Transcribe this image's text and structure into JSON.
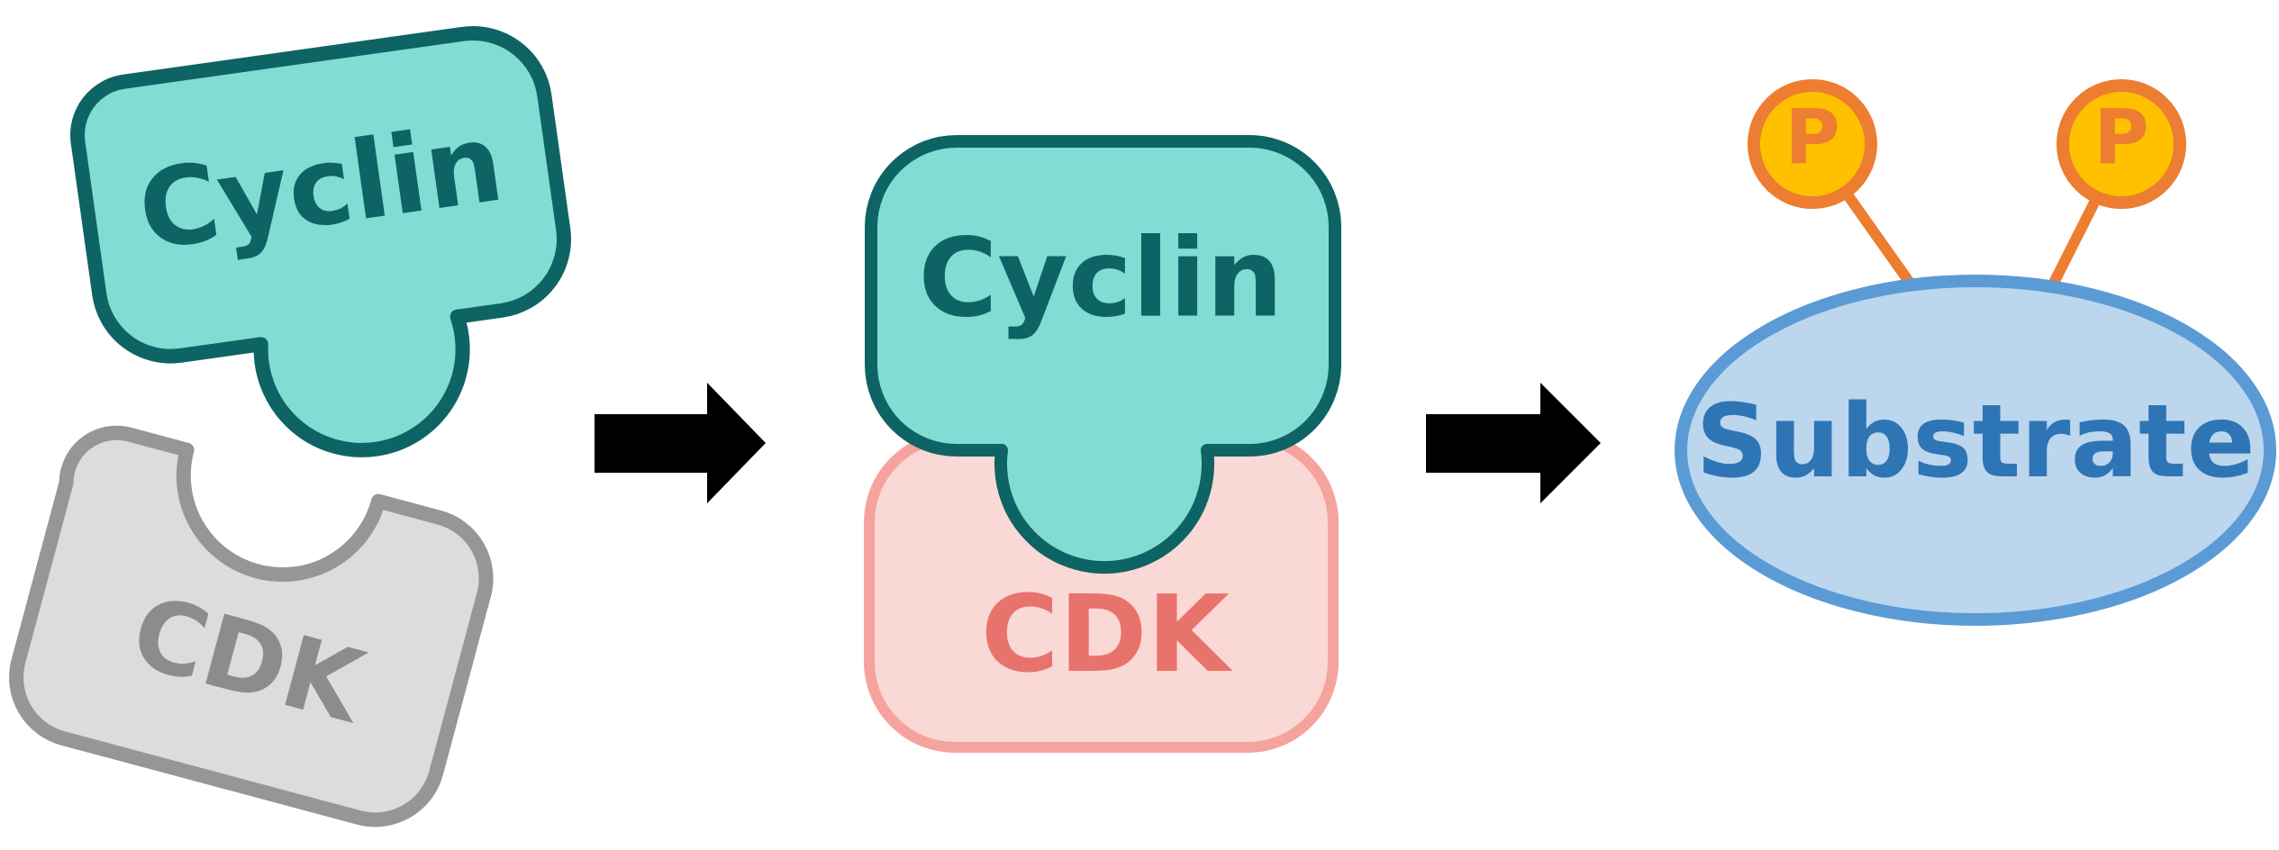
{
  "stage1": {
    "cyclin_label": "Cyclin",
    "cdk_label": "CDK"
  },
  "stage2": {
    "cyclin_label": "Cyclin",
    "cdk_label": "CDK"
  },
  "stage3": {
    "substrate_label": "Substrate",
    "phosphate_left_label": "P",
    "phosphate_right_label": "P"
  },
  "colors": {
    "cyclin_fill": "#82DCD4",
    "cyclin_stroke": "#0E6464",
    "cyclin_text": "#0E6464",
    "cdk_inactive_fill": "#DCDCDC",
    "cdk_inactive_stroke": "#969696",
    "cdk_inactive_text": "#8C8C8C",
    "cdk_active_fill": "#F9D8D6",
    "cdk_active_stroke": "#F5A39D",
    "cdk_active_text": "#E8736C",
    "substrate_fill": "#BCD6EE",
    "substrate_stroke": "#5B9BD5",
    "substrate_text": "#2E75B6",
    "phosphate_fill": "#FFC000",
    "phosphate_stroke": "#ED7D31",
    "arrow": "#000000"
  }
}
